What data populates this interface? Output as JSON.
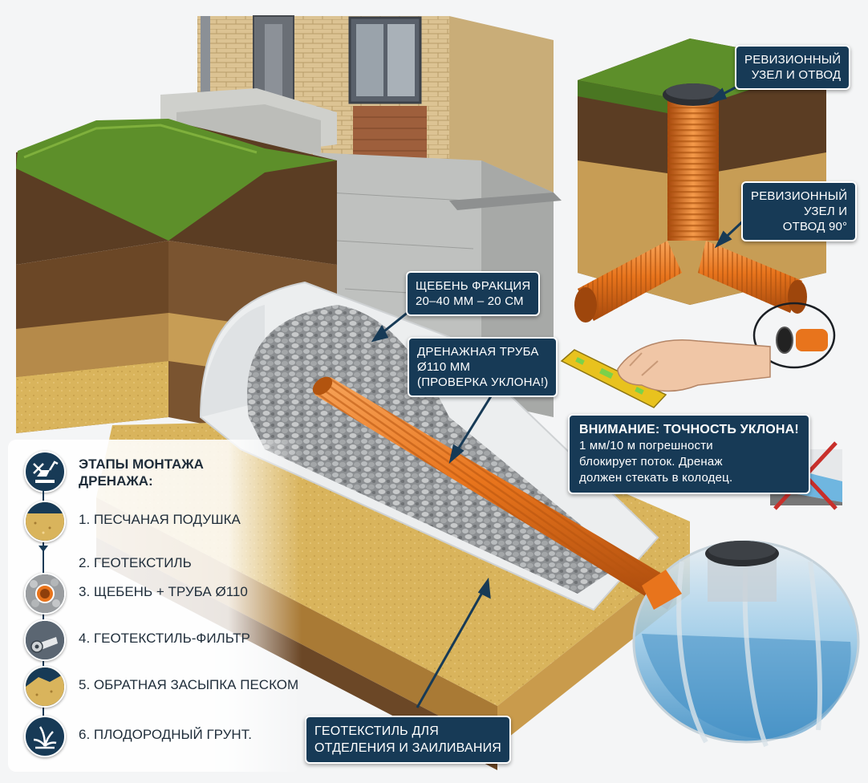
{
  "callouts": {
    "crushed_stone": [
      "ЩЕБЕНЬ ФРАКЦИЯ",
      "20–40 ММ – 20 СМ"
    ],
    "drain_pipe": [
      "ДРЕНАЖНАЯ ТРУБА",
      "Ø110 ММ",
      "(ПРОВЕРКА УКЛОНА!)"
    ],
    "geotextile": [
      "ГЕОТЕКСТИЛЬ ДЛЯ",
      "ОТДЕЛЕНИЯ И ЗАИЛИВАНИЯ"
    ],
    "inspection_top": [
      "РЕВИЗИОННЫЙ",
      "УЗЕЛ И ОТВОД"
    ],
    "inspection_90": [
      "РЕВИЗИОННЫЙ",
      "УЗЕЛ И",
      "ОТВОД 90°"
    ]
  },
  "warning": {
    "title": "ВНИМАНИЕ: ТОЧНОСТЬ УКЛОНА!",
    "lines": [
      "1 мм/10 м погрешности",
      "блокирует поток. Дренаж",
      "должен стекать в колодец."
    ]
  },
  "steps": {
    "title": [
      "ЭТАПЫ МОНТАЖА",
      "ДРЕНАЖА:"
    ],
    "items": [
      {
        "label": "1. ПЕСЧАНАЯ ПОДУШКА",
        "icon": "sand-layer-icon"
      },
      {
        "label": "2. ГЕОТЕКСТИЛЬ",
        "icon": ""
      },
      {
        "label": "3. ЩЕБЕНЬ + ТРУБА Ø110",
        "icon": "gravel-pipe-icon"
      },
      {
        "label": "4. ГЕОТЕКСТИЛЬ-ФИЛЬТР",
        "icon": "fabric-roll-icon"
      },
      {
        "label": "5. ОБРАТНАЯ ЗАСЫПКА ПЕСКОМ",
        "icon": "sand-backfill-icon"
      },
      {
        "label": "6. ПЛОДОРОДНЫЙ ГРУНТ.",
        "icon": "grass-sprout-icon"
      }
    ],
    "header_icon": "excavator-icon"
  },
  "colors": {
    "callout_bg": "#173a56",
    "pipe_orange": "#e8741c",
    "grass_green": "#5d8f2a",
    "sand": "#d9b45c",
    "soil_dark": "#5b3d23",
    "water_blue": "#6fb6e0",
    "concrete": "#bfc1bf",
    "brick_wall": "#d9bf8e",
    "cross_red": "#c8302b"
  }
}
